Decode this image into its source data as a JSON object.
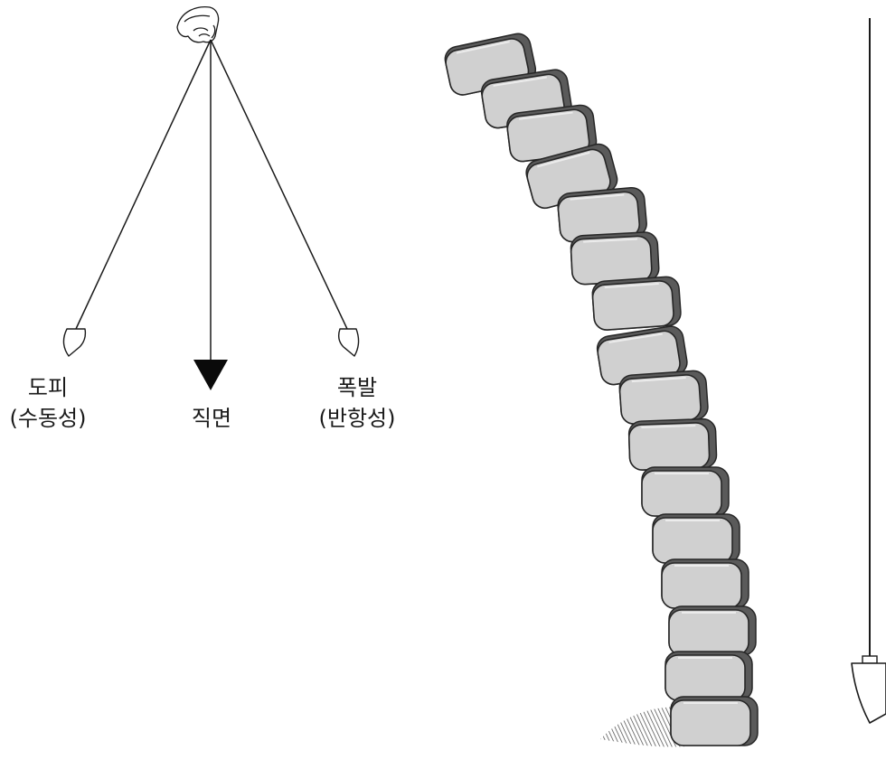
{
  "labels": {
    "left": {
      "line1": "도피",
      "line2": "(수동성)"
    },
    "center": {
      "line1": "직면"
    },
    "right": {
      "line1": "폭발",
      "line2": "(반항성)"
    }
  },
  "colors": {
    "line": "#1a1a1a",
    "block_fill": "#d0d0d0",
    "block_side": "#5a5a5a",
    "block_edge": "#262626"
  },
  "icons": [
    "hand-icon",
    "plumb-bob-icon",
    "arrowhead-icon"
  ]
}
